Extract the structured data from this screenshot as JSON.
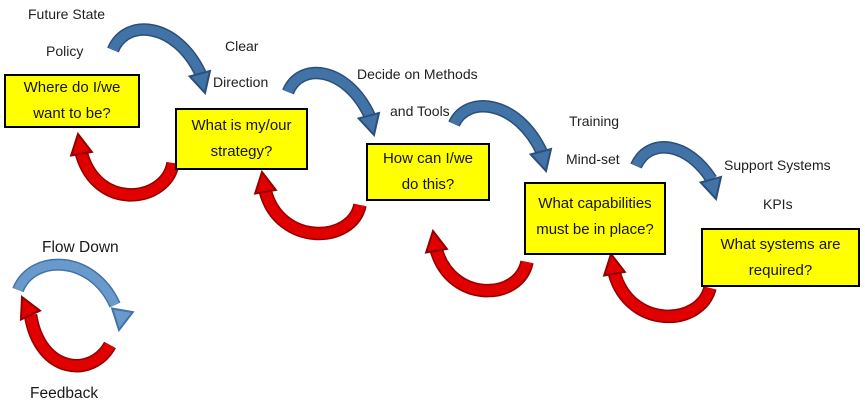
{
  "labels": {
    "future_state": "Future State",
    "policy": "Policy",
    "clear": "Clear",
    "direction": "Direction",
    "decide_on_methods": "Decide on Methods",
    "and_tools": "and Tools",
    "training": "Training",
    "mind_set": "Mind-set",
    "support_systems": "Support Systems",
    "kpis": "KPIs"
  },
  "boxes": [
    {
      "line1": "Where do I/we",
      "line2": "want to be?"
    },
    {
      "line1": "What is my/our",
      "line2": "strategy?"
    },
    {
      "line1": "How can I/we",
      "line2": "do this?"
    },
    {
      "line1": "What capabilities",
      "line2": "must be in place?"
    },
    {
      "line1": "What systems are",
      "line2": "required?"
    }
  ],
  "legend": {
    "flow_down": "Flow Down",
    "feedback": "Feedback"
  },
  "icons": {
    "flow_down_arrow": "curved-blue-arrow-clockwise",
    "feedback_arrow": "curved-red-arrow-counterclockwise"
  },
  "colors": {
    "background": "#FFFFFF",
    "box_fill": "#FFFF00",
    "box_border": "#000000",
    "flow_down_arrow": "#4173A6",
    "flow_down_arrow_outline": "#2B4E79",
    "legend_flow_down_arrow": "#6A99CB",
    "feedback_arrow": "#E00000",
    "feedback_arrow_outline": "#930000"
  }
}
